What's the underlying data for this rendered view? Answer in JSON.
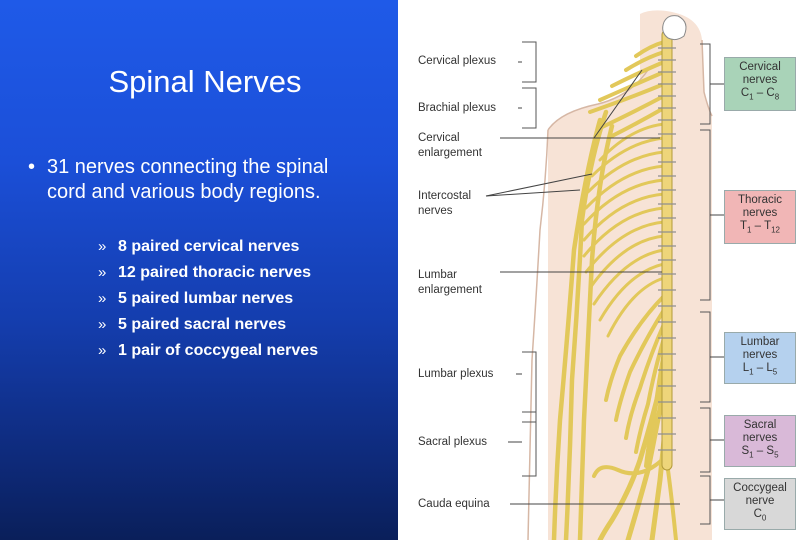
{
  "slide": {
    "title": "Spinal Nerves",
    "main_bullet": "31 nerves connecting the spinal cord and various body regions.",
    "bullet_marker": "•",
    "sub_marker": "»",
    "sub_bullets": [
      "8 paired cervical nerves",
      "12 paired thoracic nerves",
      "5 paired lumbar nerves",
      "5 paired sacral nerves",
      "1 pair of coccygeal nerves"
    ]
  },
  "figure": {
    "labels": {
      "cervical_plexus": "Cervical plexus",
      "brachial_plexus": "Brachial plexus",
      "cervical_enlargement_1": "Cervical",
      "cervical_enlargement_2": "enlargement",
      "intercostal_1": "Intercostal",
      "intercostal_2": "nerves",
      "lumbar_enlargement_1": "Lumbar",
      "lumbar_enlargement_2": "enlargement",
      "lumbar_plexus": "Lumbar plexus",
      "sacral_plexus": "Sacral plexus",
      "cauda_equina": "Cauda equina"
    },
    "boxes": {
      "cervical": {
        "l1": "Cervical",
        "l2": "nerves",
        "l3": "C",
        "s1": "1",
        "dash": " – C",
        "s2": "8"
      },
      "thoracic": {
        "l1": "Thoracic",
        "l2": "nerves",
        "l3": "T",
        "s1": "1",
        "dash": " – T",
        "s2": "12"
      },
      "lumbar": {
        "l1": "Lumbar",
        "l2": "nerves",
        "l3": "L",
        "s1": "1",
        "dash": " – L",
        "s2": "5"
      },
      "sacral": {
        "l1": "Sacral",
        "l2": "nerves",
        "l3": "S",
        "s1": "1",
        "dash": " – S",
        "s2": "5"
      },
      "coccygeal": {
        "l1": "Coccygeal",
        "l2": "nerve",
        "l3": "C",
        "s1": "0",
        "dash": "",
        "s2": ""
      }
    },
    "colors": {
      "background_blue": "#1b4fd8",
      "skin": "#f7e3d6",
      "nerve_yellow": "#e9d06a",
      "nerve_outline": "#b39b3a"
    }
  }
}
